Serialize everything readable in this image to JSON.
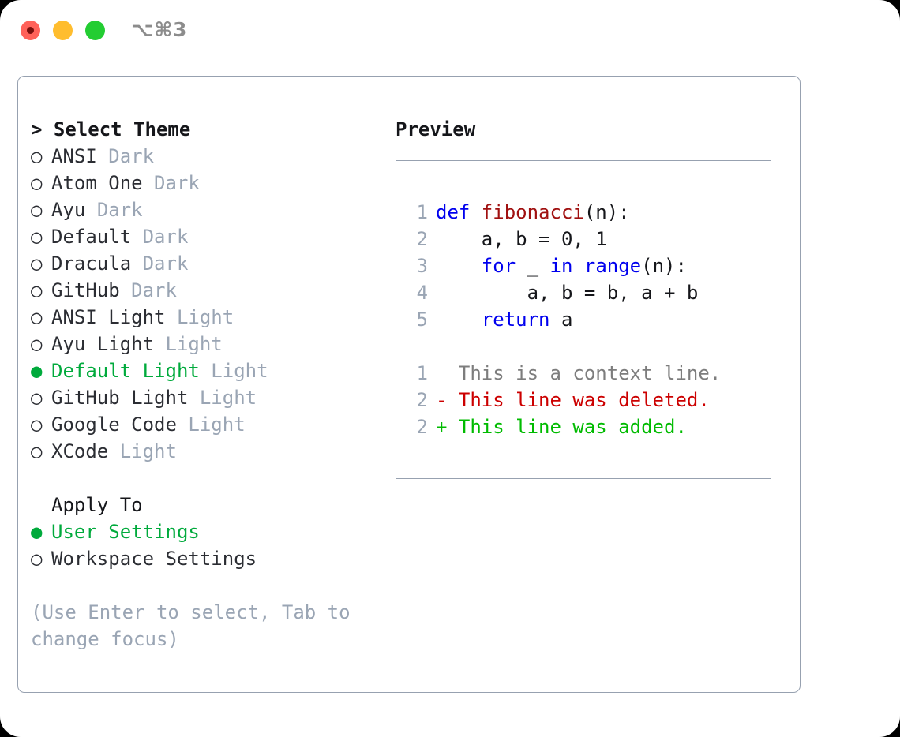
{
  "window": {
    "shortcut_label": "⌥⌘3",
    "traffic_lights": [
      "close",
      "minimize",
      "maximize"
    ]
  },
  "theme_picker": {
    "header": "> Select Theme",
    "bullet_unselected": "○",
    "bullet_selected": "●",
    "items": [
      {
        "name": "ANSI",
        "kind": "Dark",
        "selected": false
      },
      {
        "name": "Atom One",
        "kind": "Dark",
        "selected": false
      },
      {
        "name": "Ayu",
        "kind": "Dark",
        "selected": false
      },
      {
        "name": "Default",
        "kind": "Dark",
        "selected": false
      },
      {
        "name": "Dracula",
        "kind": "Dark",
        "selected": false
      },
      {
        "name": "GitHub",
        "kind": "Dark",
        "selected": false
      },
      {
        "name": "ANSI Light",
        "kind": "Light",
        "selected": false
      },
      {
        "name": "Ayu Light",
        "kind": "Light",
        "selected": false
      },
      {
        "name": "Default Light",
        "kind": "Light",
        "selected": true
      },
      {
        "name": "GitHub Light",
        "kind": "Light",
        "selected": false
      },
      {
        "name": "Google Code",
        "kind": "Light",
        "selected": false
      },
      {
        "name": "XCode",
        "kind": "Light",
        "selected": false
      }
    ]
  },
  "apply_to": {
    "header": "Apply To",
    "items": [
      {
        "name": "User Settings",
        "selected": true
      },
      {
        "name": "Workspace Settings",
        "selected": false
      }
    ]
  },
  "hint": {
    "text": "(Use Enter to select, Tab to change focus)"
  },
  "preview": {
    "header": "Preview",
    "code": [
      {
        "no": "1",
        "tokens": [
          {
            "t": "def ",
            "c": "kw"
          },
          {
            "t": "fibonacci",
            "c": "fn"
          },
          {
            "t": "(n):",
            "c": "plain"
          }
        ]
      },
      {
        "no": "2",
        "tokens": [
          {
            "t": "    a, b = 0, 1",
            "c": "plain"
          }
        ]
      },
      {
        "no": "3",
        "tokens": [
          {
            "t": "    ",
            "c": "plain"
          },
          {
            "t": "for",
            "c": "kw"
          },
          {
            "t": " _ ",
            "c": "plain"
          },
          {
            "t": "in",
            "c": "kw"
          },
          {
            "t": " ",
            "c": "plain"
          },
          {
            "t": "range",
            "c": "kw"
          },
          {
            "t": "(n):",
            "c": "plain"
          }
        ]
      },
      {
        "no": "4",
        "tokens": [
          {
            "t": "        a, b = b, a + b",
            "c": "plain"
          }
        ]
      },
      {
        "no": "5",
        "tokens": [
          {
            "t": "    ",
            "c": "plain"
          },
          {
            "t": "return",
            "c": "kw"
          },
          {
            "t": " a",
            "c": "plain"
          }
        ]
      }
    ],
    "diff": [
      {
        "no": "1",
        "marker": " ",
        "text": " This is a context line.",
        "kind": "context"
      },
      {
        "no": "2",
        "marker": "-",
        "text": " This line was deleted.",
        "kind": "deleted"
      },
      {
        "no": "2",
        "marker": "+",
        "text": " This line was added.",
        "kind": "added"
      }
    ]
  },
  "colors": {
    "accent_green": "#00aa3c",
    "muted": "#9aa5b4",
    "text": "#2b2d33",
    "keyword_blue": "#0000ee",
    "function_red": "#a01010",
    "diff_deleted": "#cc0000",
    "diff_added": "#00bb00",
    "border": "#97a1b0"
  }
}
